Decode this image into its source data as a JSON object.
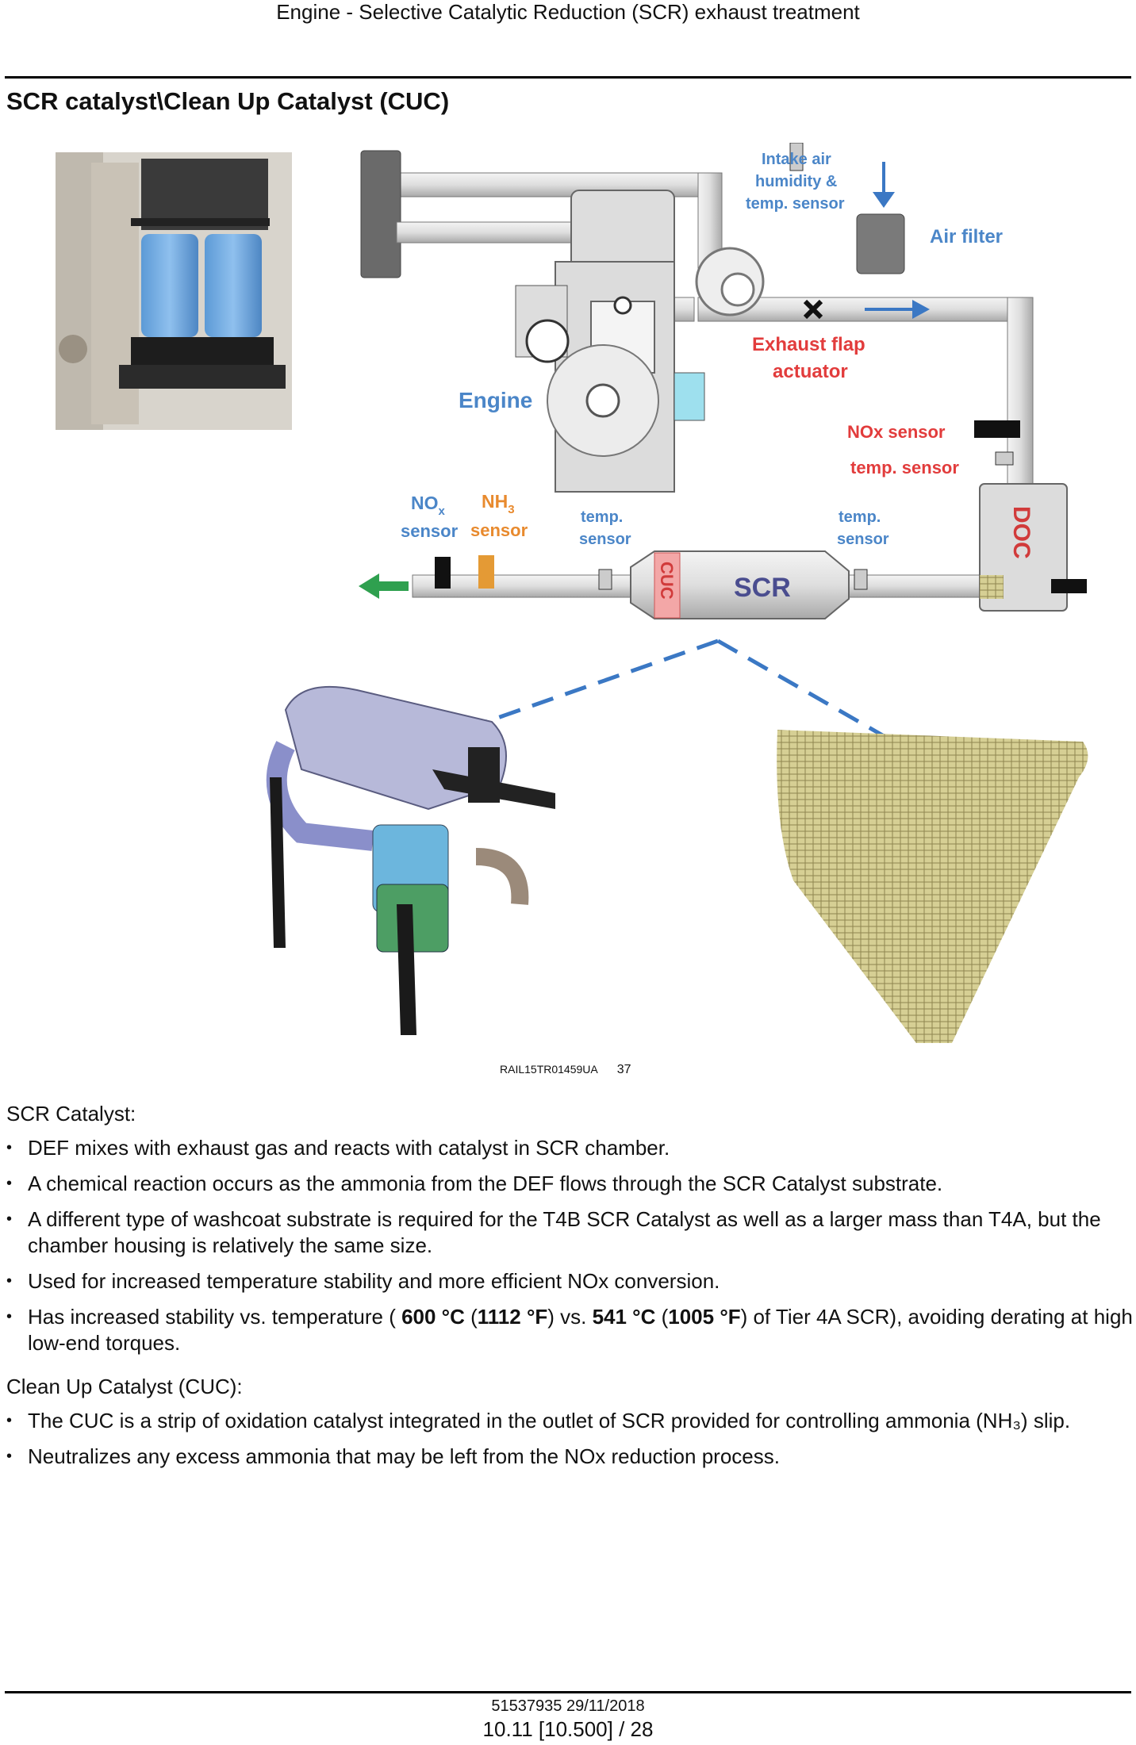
{
  "header": {
    "title": "Engine - Selective Catalytic Reduction (SCR) exhaust treatment"
  },
  "section": {
    "title": "SCR catalyst\\Clean Up Catalyst (CUC)"
  },
  "figure": {
    "labels": {
      "intake1": "Intake air",
      "intake2": "humidity &",
      "intake3": "temp. sensor",
      "air_filter": "Air filter",
      "exhaust_flap1": "Exhaust flap",
      "exhaust_flap2": "actuator",
      "engine": "Engine",
      "nox_sensor_right": "NOx sensor",
      "temp_sensor_right": "temp. sensor",
      "nox_left_a": "NO",
      "nox_left_sub": "x",
      "sensor_left1": "sensor",
      "nh3_a": "NH",
      "nh3_sub": "3",
      "sensor_left2": "sensor",
      "temp1a": "temp.",
      "temp1b": "sensor",
      "temp2a": "temp.",
      "temp2b": "sensor",
      "scr": "SCR",
      "cuc": "CUC",
      "doc": "DOC"
    },
    "caption_code": "RAIL15TR01459UA",
    "caption_num": "37"
  },
  "scr_section": {
    "heading": "SCR Catalyst:",
    "bullets": [
      "DEF mixes with exhaust gas and reacts with catalyst in SCR chamber.",
      "A chemical reaction occurs as the ammonia from the DEF flows through the SCR Catalyst substrate.",
      "A different type of washcoat substrate is required for the T4B SCR Catalyst as well as a larger mass than T4A, but the chamber housing is relatively the same size.",
      "Used for increased temperature stability and more efficient NOx conversion."
    ],
    "temp_bullet": {
      "p1": "Has increased stability vs. temperature ( ",
      "b1": "600 °C",
      "p2": " (",
      "b2": "1112 °F",
      "p3": ") vs. ",
      "b3": "541 °C",
      "p4": " (",
      "b4": "1005 °F",
      "p5": ") of Tier 4A SCR), avoiding derating at high low-end torques."
    }
  },
  "cuc_section": {
    "heading": "Clean Up Catalyst (CUC):",
    "bullets": [
      "The CUC is a strip of oxidation catalyst integrated in the outlet of SCR provided for controlling ammonia (NH₃) slip.",
      "Neutralizes any excess ammonia that may be left from the NOx reduction process."
    ]
  },
  "footer": {
    "doc_id": "51537935 29/11/2018",
    "page": "10.11 [10.500] / 28"
  }
}
